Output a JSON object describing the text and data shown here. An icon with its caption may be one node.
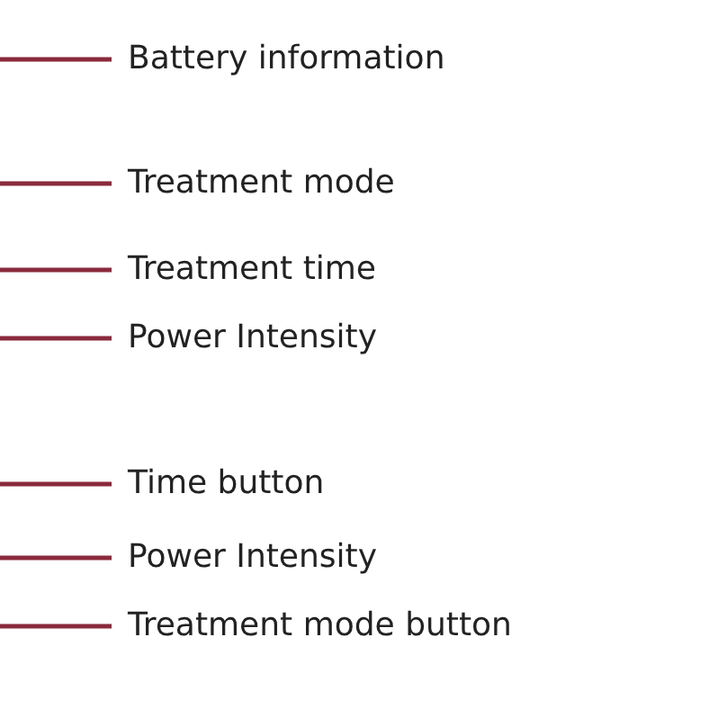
{
  "diagram": {
    "nodes": [
      {
        "text": [
          "Battery information"
        ]
      },
      {
        "text": [
          "Treatment mode"
        ]
      },
      {
        "text": [
          "Treatment time"
        ]
      },
      {
        "text": [
          "Power Intensity"
        ]
      },
      {
        "text": [
          "Time button"
        ]
      },
      {
        "text": [
          "Power Intensity"
        ]
      },
      {
        "text": [
          "Treatment mode button"
        ]
      }
    ],
    "edges": [
      {
        "from": 0,
        "to": null,
        "arrow": "none"
      },
      {
        "from": 1,
        "to": null,
        "arrow": "none"
      },
      {
        "from": 2,
        "to": null,
        "arrow": "none"
      },
      {
        "from": 3,
        "to": null,
        "arrow": "none"
      },
      {
        "from": 4,
        "to": null,
        "arrow": "none"
      },
      {
        "from": 5,
        "to": null,
        "arrow": "none"
      },
      {
        "from": 6,
        "to": null,
        "arrow": "none"
      }
    ]
  }
}
